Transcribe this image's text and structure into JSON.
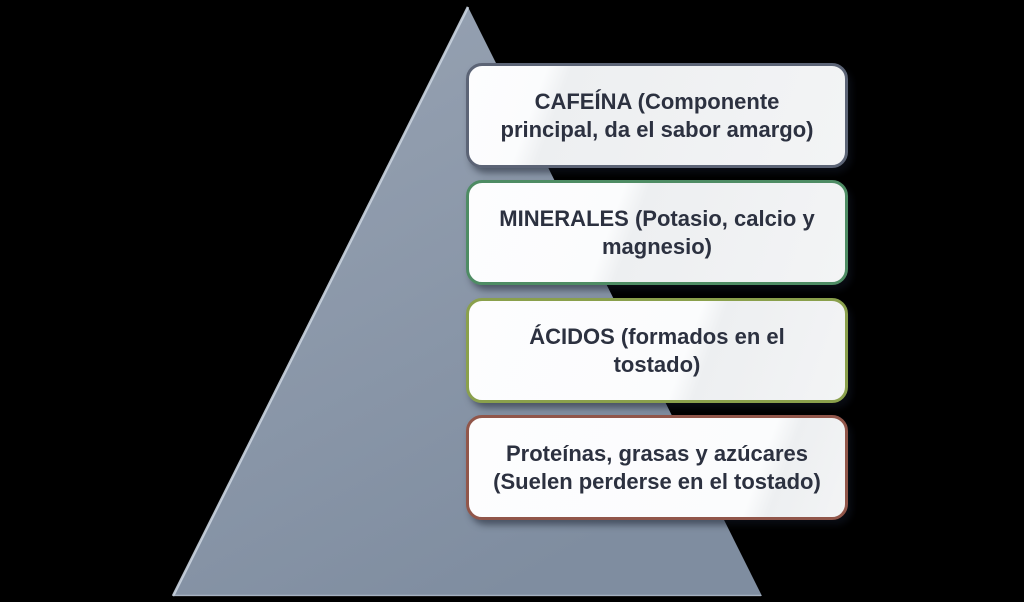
{
  "canvas": {
    "background_color": "#000000"
  },
  "pyramid": {
    "shape": "triangle",
    "fill_top": "#99a4b4",
    "fill_bottom": "#7f8da0",
    "edge_highlight_color": "#cbd5e1"
  },
  "text_color": "#2c3140",
  "box_fill": "#f4f5f6",
  "levels": [
    {
      "name": "cafeina",
      "line1": "CAFEÍNA (Componente",
      "line2": "principal, da el sabor amargo)",
      "border_color": "#5c6476"
    },
    {
      "name": "minerales",
      "line1": "MINERALES (Potasio, calcio y",
      "line2": "magnesio)",
      "border_color": "#4e8c64"
    },
    {
      "name": "acidos",
      "line1": "ÁCIDOS (formados en el",
      "line2": "tostado)",
      "border_color": "#8aa04c"
    },
    {
      "name": "proteinas",
      "line1": "Proteínas, grasas y azúcares",
      "line2": "(Suelen perderse en el tostado)",
      "border_color": "#91564a"
    }
  ]
}
